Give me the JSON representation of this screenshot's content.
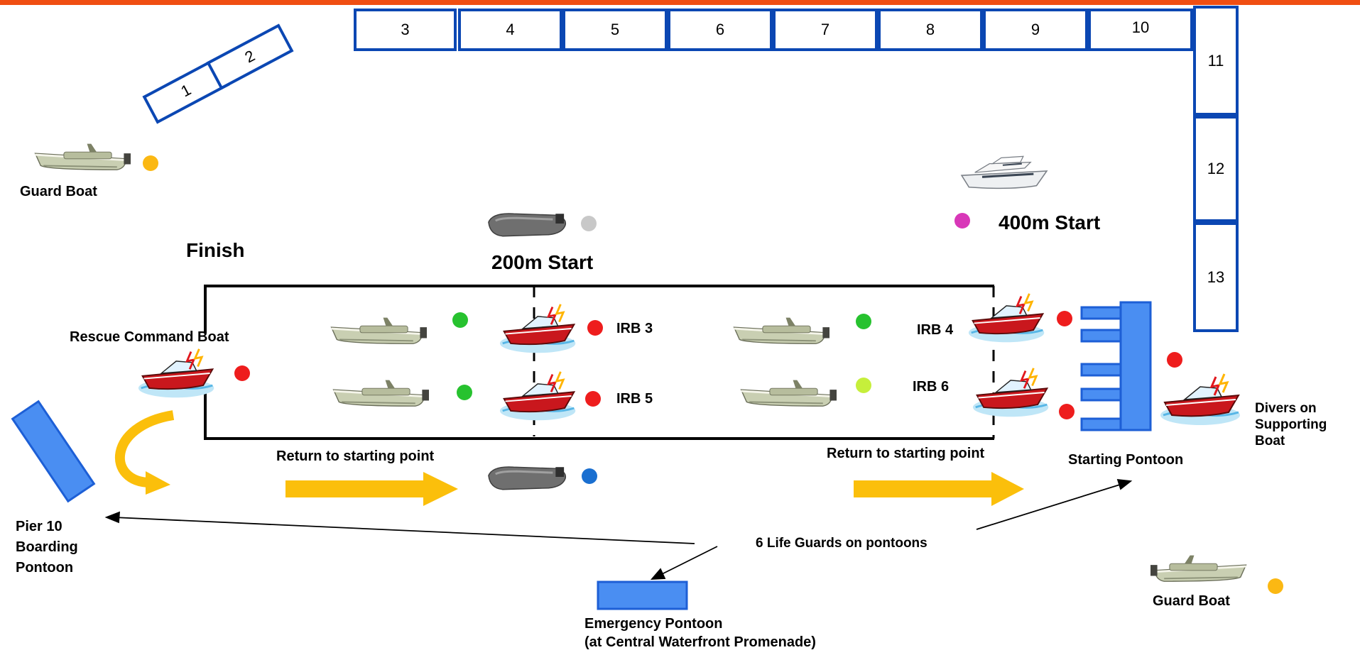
{
  "colors": {
    "top_bar": "#f04e12",
    "berth_border": "#0b47b3",
    "pontoon_fill": "#4a8ef2",
    "pontoon_border": "#1d5fd6",
    "arrow_yellow": "#fbbf0b",
    "course_line": "#000000",
    "dot_red": "#ee1d1d",
    "dot_green": "#27c22f",
    "dot_yellowgreen": "#c6ef3b",
    "dot_orange": "#fbb813",
    "dot_magenta": "#d837b8",
    "dot_grey": "#c8c8c8",
    "dot_blue": "#1a6fd0"
  },
  "berths": {
    "b1": "1",
    "b2": "2",
    "b3": "3",
    "b4": "4",
    "b5": "5",
    "b6": "6",
    "b7": "7",
    "b8": "8",
    "b9": "9",
    "b10": "10",
    "b11": "11",
    "b12": "12",
    "b13": "13"
  },
  "labels": {
    "guard_boat_left": "Guard Boat",
    "guard_boat_right": "Guard Boat",
    "finish": "Finish",
    "start_200m": "200m Start",
    "start_400m": "400m Start",
    "rescue_command_boat": "Rescue Command Boat",
    "irb3": "IRB 3",
    "irb4": "IRB 4",
    "irb5": "IRB 5",
    "irb6": "IRB 6",
    "return_left": "Return to starting point",
    "return_right": "Return to starting point",
    "starting_pontoon": "Starting Pontoon",
    "divers_line1": "Divers  on",
    "divers_line2": "Supporting",
    "divers_line3": "Boat",
    "pier_line1": "Pier 10",
    "pier_line2": "Boarding",
    "pier_line3": "Pontoon",
    "life_guards": "6 Life Guards on pontoons",
    "emergency_line1": "Emergency Pontoon",
    "emergency_line2": "(at Central Waterfront Promenade)"
  },
  "icons": [
    "guard-boat-icon",
    "inflatable-boat-icon",
    "yacht-icon",
    "speedboat-icon",
    "rescue-boat-icon",
    "marker-dot-icon",
    "arrow-icon"
  ]
}
